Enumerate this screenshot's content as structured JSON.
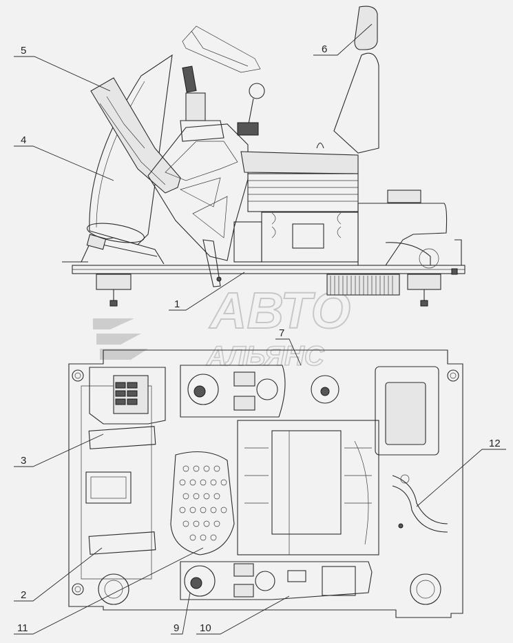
{
  "watermark": {
    "line1": "АВТО",
    "line2": "АЛЬЯНС"
  },
  "callouts": [
    {
      "id": "1",
      "label": "1"
    },
    {
      "id": "2",
      "label": "2"
    },
    {
      "id": "3",
      "label": "3"
    },
    {
      "id": "4",
      "label": "4"
    },
    {
      "id": "5",
      "label": "5"
    },
    {
      "id": "6",
      "label": "6"
    },
    {
      "id": "7",
      "label": "7"
    },
    {
      "id": "9",
      "label": "9"
    },
    {
      "id": "10",
      "label": "10"
    },
    {
      "id": "11",
      "label": "11"
    },
    {
      "id": "12",
      "label": "12"
    }
  ],
  "colors": {
    "line": "#2a2a2a",
    "background": "#f2f2f2",
    "watermark": "#9a9a9a"
  }
}
